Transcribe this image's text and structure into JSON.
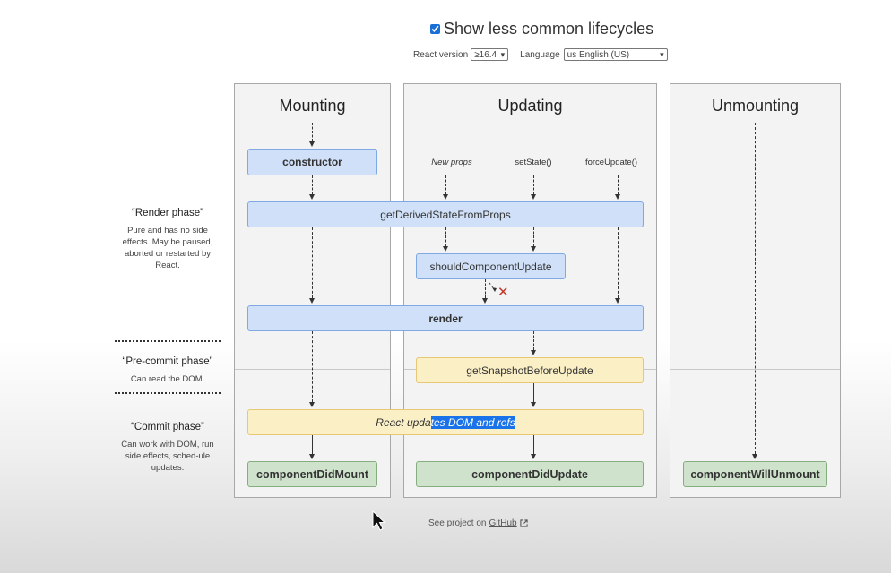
{
  "header": {
    "show_less_common": "Show less common lifecycles",
    "react_version_label": "React version",
    "react_version_value": "≥16.4",
    "language_label": "Language",
    "language_value": "us English (US)"
  },
  "columns": {
    "mounting": "Mounting",
    "updating": "Updating",
    "unmounting": "Unmounting"
  },
  "triggers": {
    "new_props": "New props",
    "set_state": "setState()",
    "force_update": "forceUpdate()"
  },
  "methods": {
    "constructor": "constructor",
    "get_derived": "getDerivedStateFromProps",
    "should_update": "shouldComponentUpdate",
    "render": "render",
    "get_snapshot": "getSnapshotBeforeUpdate",
    "react_updates_prefix": "React upda",
    "react_updates_selected": "tes DOM and refs",
    "did_mount": "componentDidMount",
    "did_update": "componentDidUpdate",
    "will_unmount": "componentWillUnmount"
  },
  "phases": {
    "render_title": "“Render phase”",
    "render_desc": "Pure and has no side effects. May be paused, aborted or restarted by React.",
    "precommit_title": "“Pre-commit phase”",
    "precommit_desc": "Can read the DOM.",
    "commit_title": "“Commit phase”",
    "commit_desc": "Can work with DOM, run side effects, sched-ule updates."
  },
  "footer": {
    "see_project": "See project on",
    "github": "GitHub"
  },
  "colors": {
    "blue_fill": "#cfe0f8",
    "yellow_fill": "#fbefc6",
    "green_fill": "#cfe3cc",
    "selection": "#1a73e8"
  }
}
